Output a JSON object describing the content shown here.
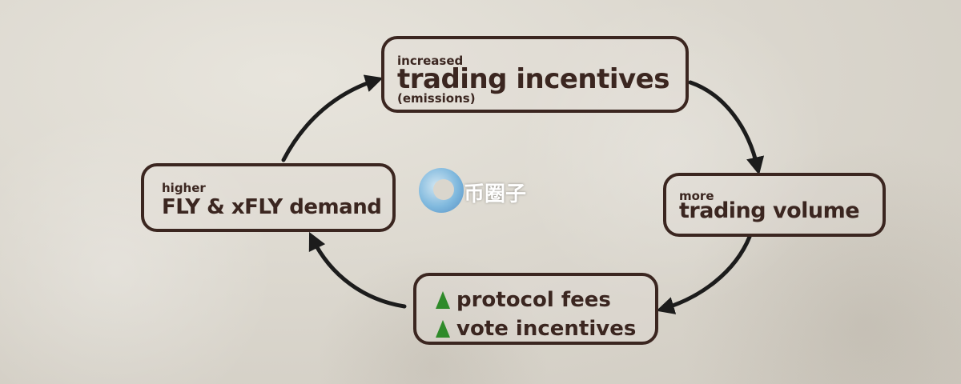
{
  "nodes": {
    "incentives": {
      "small": "increased",
      "big": "trading incentives",
      "sub": "(emissions)"
    },
    "volume": {
      "small": "more",
      "big": "trading volume"
    },
    "fees": {
      "lines": [
        "protocol fees",
        "vote incentives"
      ]
    },
    "demand": {
      "small": "higher",
      "big": "FLY & xFLY demand"
    }
  },
  "watermark": {
    "text": "币圈子"
  },
  "colors": {
    "ink": "#3b2620",
    "arrow": "#1c1c1c",
    "up_arrow": "#2f8a2a"
  },
  "icons": {
    "up": "green-up-triangle-icon",
    "arrow": "curved-arrow-icon"
  }
}
